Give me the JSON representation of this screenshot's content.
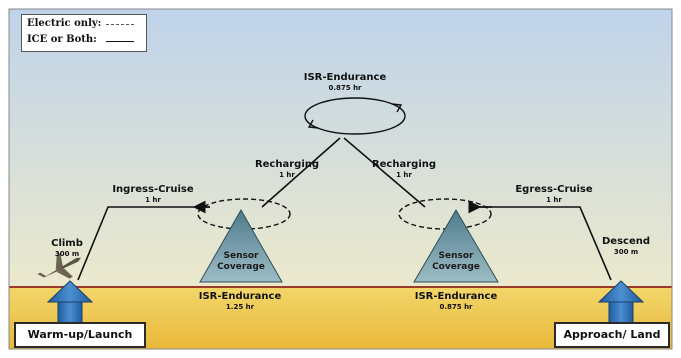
{
  "legend": {
    "electric_label": "Electric only:",
    "ice_label": "ICE or Both:"
  },
  "phases": {
    "climb": {
      "title": "Climb",
      "detail": "300 m"
    },
    "ingress": {
      "title": "Ingress-Cruise",
      "detail": "1 hr"
    },
    "recharge_left": {
      "title": "Recharging",
      "detail": "1 hr"
    },
    "isr_top": {
      "title": "ISR-Endurance",
      "detail": "0.875 hr"
    },
    "recharge_right": {
      "title": "Recharging",
      "detail": "1 hr"
    },
    "egress": {
      "title": "Egress-Cruise",
      "detail": "1 hr"
    },
    "descend": {
      "title": "Descend",
      "detail": "300 m"
    },
    "isr_left": {
      "title": "ISR-Endurance",
      "detail": "1.25 hr"
    },
    "isr_right": {
      "title": "ISR-Endurance",
      "detail": "0.875 hr"
    }
  },
  "sensor": {
    "left_line1": "Sensor",
    "left_line2": "Coverage",
    "right_line1": "Sensor",
    "right_line2": "Coverage"
  },
  "stations": {
    "start": "Warm-up/Launch",
    "end": "Approach/ Land"
  },
  "colors": {
    "sky_top": "#bfd3ea",
    "sky_bottom": "#f5eec6",
    "ground_top": "#f2d66a",
    "ground_bottom": "#e9b83a",
    "horizon": "#9a3a2a",
    "sensor_fill": "#6e95a3",
    "arrow_fill": "#2f72b8"
  }
}
